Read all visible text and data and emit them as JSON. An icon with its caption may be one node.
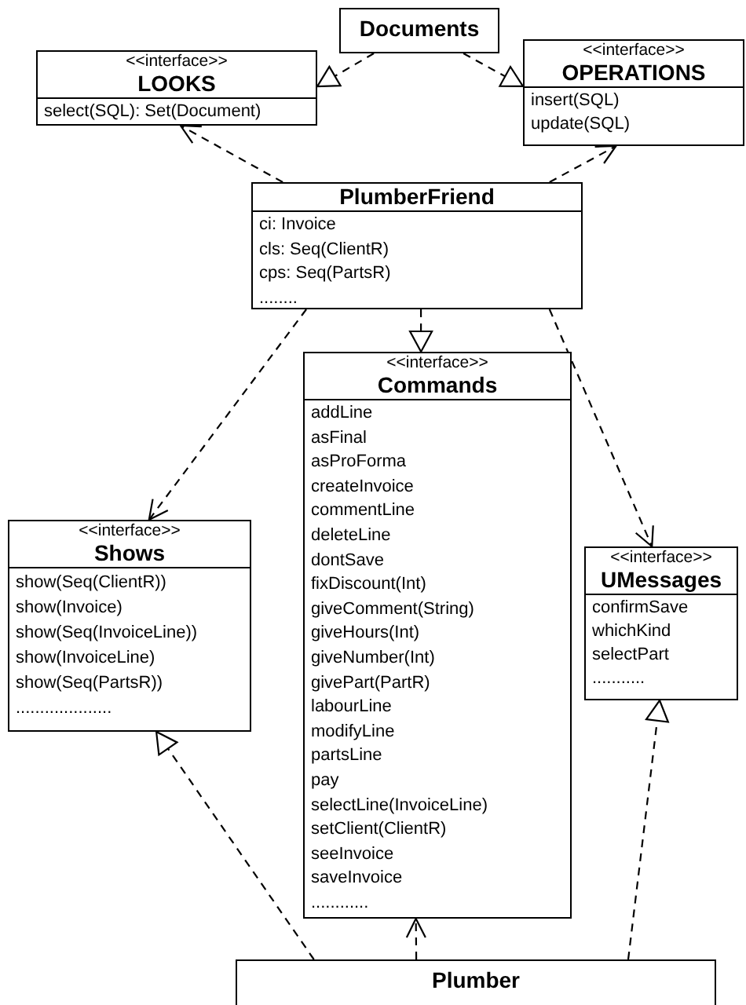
{
  "diagram": {
    "nodes": [
      {
        "text": [
          "Documents"
        ]
      },
      {
        "text": [
          "<<interface>>",
          "LOOKS",
          "select(SQL): Set(Document)"
        ]
      },
      {
        "text": [
          "<<interface>>",
          "OPERATIONS",
          "insert(SQL)",
          "update(SQL)"
        ]
      },
      {
        "text": [
          "PlumberFriend",
          "ci: Invoice",
          "cls: Seq(ClientR)",
          "cps: Seq(PartsR)",
          "........"
        ]
      },
      {
        "text": [
          "<<interface>>",
          "Commands",
          "addLine",
          "asFinal",
          "asProForma",
          "createInvoice",
          "commentLine",
          "deleteLine",
          "dontSave",
          "fixDiscount(Int)",
          "giveComment(String)",
          "giveHours(Int)",
          "giveNumber(Int)",
          "givePart(PartR)",
          "labourLine",
          "modifyLine",
          "partsLine",
          "pay",
          "selectLine(InvoiceLine)",
          "setClient(ClientR)",
          "seeInvoice",
          "saveInvoice",
          "............"
        ]
      },
      {
        "text": [
          "<<interface>>",
          "Shows",
          "show(Seq(ClientR))",
          "show(Invoice)",
          "show(Seq(InvoiceLine))",
          "show(InvoiceLine)",
          "show(Seq(PartsR))",
          "...................."
        ]
      },
      {
        "text": [
          "<<interface>>",
          "UMessages",
          "confirmSave",
          "whichKind",
          "selectPart",
          "..........."
        ]
      },
      {
        "text": [
          "Plumber"
        ]
      }
    ],
    "edges": [
      {
        "from": 0,
        "to": 1,
        "arrow": "to",
        "style": "dashed"
      },
      {
        "from": 0,
        "to": 2,
        "arrow": "to",
        "style": "dashed"
      },
      {
        "from": 3,
        "to": 1,
        "arrow": "to",
        "style": "dashed"
      },
      {
        "from": 3,
        "to": 2,
        "arrow": "to",
        "style": "dashed"
      },
      {
        "from": 3,
        "to": 4,
        "arrow": "to",
        "style": "dashed"
      },
      {
        "from": 3,
        "to": 5,
        "arrow": "to",
        "style": "dashed"
      },
      {
        "from": 3,
        "to": 6,
        "arrow": "to",
        "style": "dashed"
      },
      {
        "from": 7,
        "to": 5,
        "arrow": "to",
        "style": "dashed"
      },
      {
        "from": 7,
        "to": 6,
        "arrow": "to",
        "style": "dashed"
      },
      {
        "from": 7,
        "to": 4,
        "arrow": "to",
        "style": "dashed"
      }
    ]
  }
}
